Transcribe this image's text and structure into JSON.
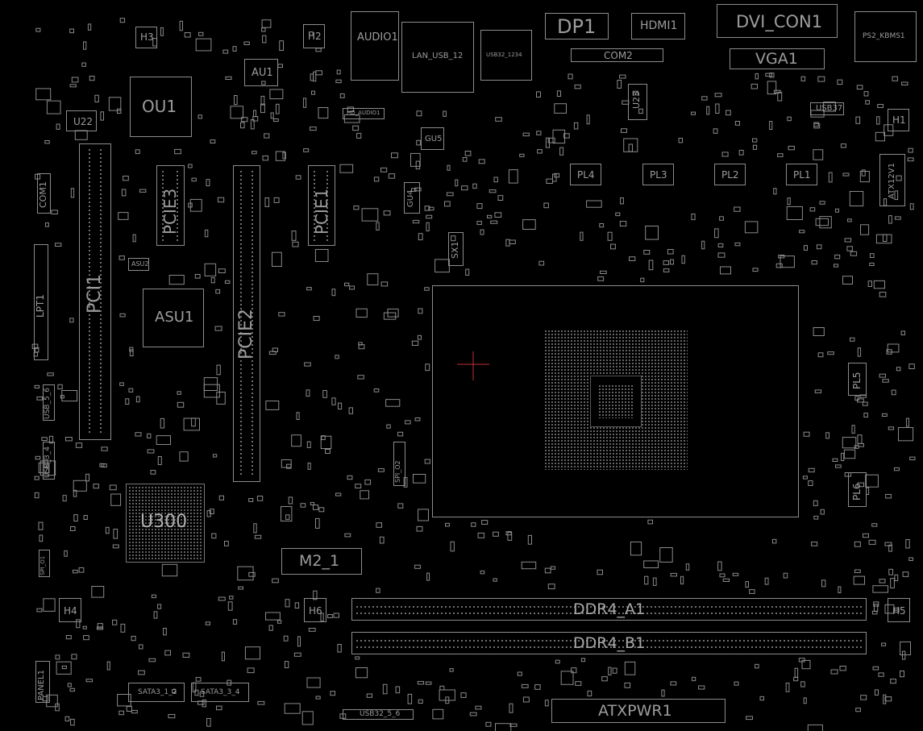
{
  "labels": {
    "dp1": "DP1",
    "hdmi1": "HDMI1",
    "dvi_con1": "DVI_CON1",
    "ps2_kbms1": "PS2_KBMS1",
    "com2": "COM2",
    "vga1": "VGA1",
    "h3": "H3",
    "h2": "H2",
    "h1": "H1",
    "h4": "H4",
    "h5": "H5",
    "h6": "H6",
    "audio1": "AUDIO1",
    "lan_usb_12": "LAN_USB_12",
    "usb32_1234": "USB32_1234",
    "au1": "AU1",
    "ou1": "OU1",
    "u22": "U22",
    "u23": "U23",
    "usb37": "USB37",
    "hd_audio1": "HD_AUDIO1",
    "gu5": "GU5",
    "gu4": "GU4",
    "pcie3": "PCIE3",
    "pcie1": "PCIE1",
    "pcie2": "PCIE2",
    "pci1": "PCI1",
    "com1": "COM1",
    "lpt1": "LPT1",
    "asu1": "ASU1",
    "asu2": "ASU2",
    "sx1": "SX1",
    "pl1": "PL1",
    "pl2": "PL2",
    "pl3": "PL3",
    "pl4": "PL4",
    "pl5": "PL5",
    "pl6": "PL6",
    "atx12v1": "ATX12V1",
    "usb_5_6": "USB_5_6",
    "usb_3_4": "USB_3_4",
    "u300": "U300",
    "m2_1": "M2_1",
    "ddr4_a1": "DDR4_A1",
    "ddr4_b1": "DDR4_B1",
    "atxpwr1": "ATXPWR1",
    "panel1": "PANEL1",
    "sata3_1_2": "SATA3_1_2",
    "sata3_3_4": "SATA3_3_4",
    "usb32_5_6": "USB32_5_6",
    "spi_o1": "SPI_O1",
    "spi_o2": "SPI_O2"
  },
  "colors": {
    "background": "#000000",
    "outline": "#8c8c8c",
    "label": "#9c9c9c",
    "bga": "#6a6a6a",
    "marker": "#c03030"
  }
}
